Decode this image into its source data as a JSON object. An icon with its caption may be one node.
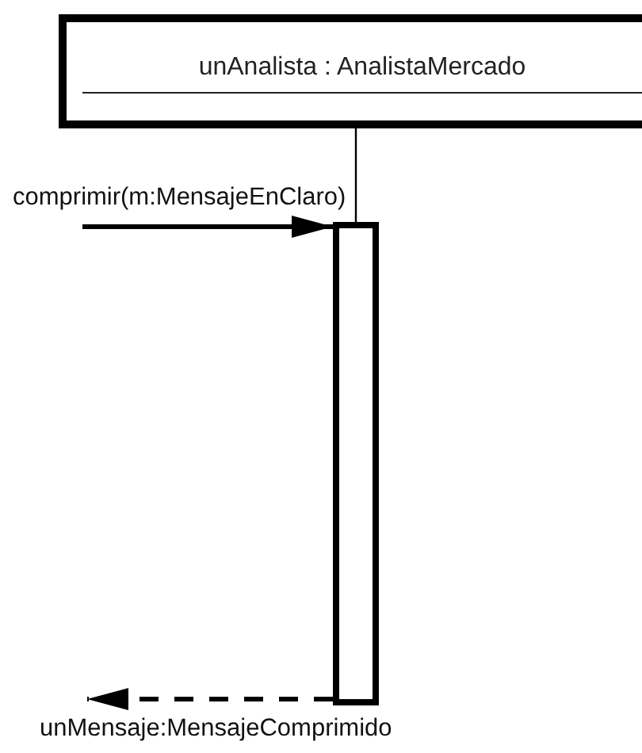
{
  "diagram": {
    "nodes": [
      {
        "text": [
          "unAnalista : AnalistaMercado"
        ]
      },
      {
        "text": [],
        "shape": "bar"
      }
    ],
    "edges": [
      {
        "from": 0,
        "to": 1,
        "arrow": "none"
      },
      {
        "from": null,
        "to": 1,
        "arrow": "to",
        "label": "comprimir(m:MensajeEnClaro)"
      },
      {
        "from": 1,
        "to": null,
        "arrow": "to",
        "label": "unMensaje:MensajeComprimido",
        "style": "dashed"
      }
    ]
  }
}
